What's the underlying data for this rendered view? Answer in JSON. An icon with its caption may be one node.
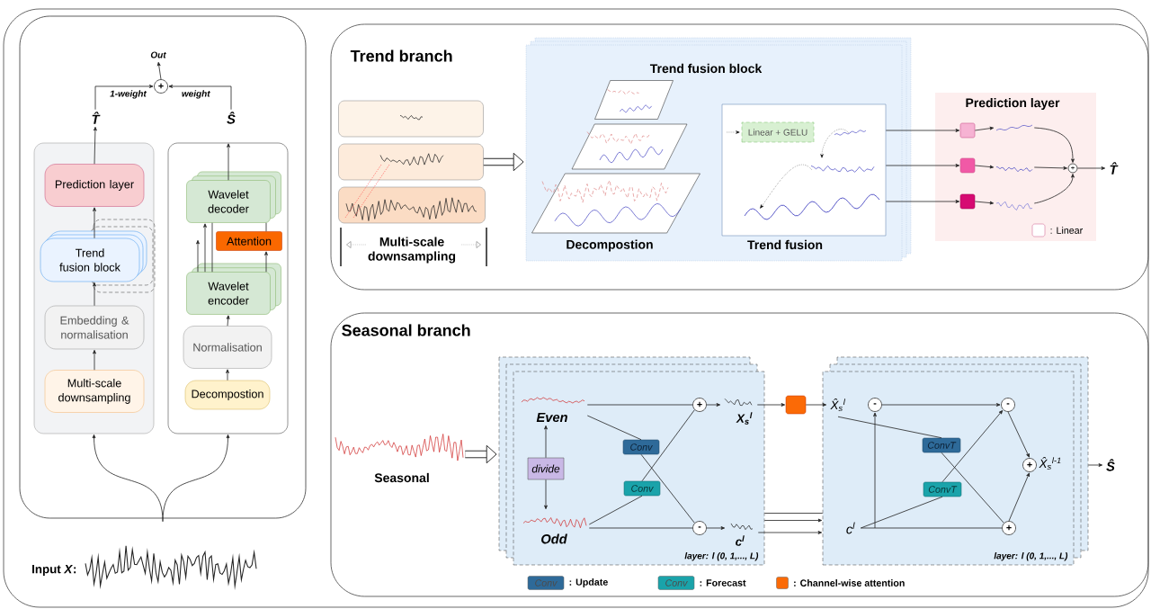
{
  "diagram": {
    "nodes": [
      {
        "text": [
          "Out"
        ]
      },
      {
        "text": [
          "+"
        ]
      },
      {
        "text": [
          "T̂"
        ]
      },
      {
        "text": [
          "Ŝ"
        ]
      },
      {
        "text": [],
        "shape": "box"
      },
      {
        "text": [
          "Prediction layer"
        ],
        "in": 4
      },
      {
        "text": [
          "Trend fusion block"
        ],
        "in": 4
      },
      {
        "text": [
          "Embedding & normalisation"
        ],
        "in": 4
      },
      {
        "text": [
          "Multi-scale downsampling"
        ],
        "in": 4
      },
      {
        "text": [],
        "shape": "box"
      },
      {
        "text": [
          "Wavelet decoder"
        ],
        "in": 9
      },
      {
        "text": [
          "Attention"
        ],
        "in": 9
      },
      {
        "text": [
          "Wavelet encoder"
        ],
        "in": 9
      },
      {
        "text": [
          "Normalisation"
        ],
        "in": 9
      },
      {
        "text": [
          "Decompostion"
        ],
        "in": 9
      },
      {
        "text": [],
        "shape": "picture",
        "beside": [
          "Input *X*:"
        ]
      },
      {
        "text": [
          "Trend branch"
        ]
      },
      {
        "text": [],
        "shape": "box",
        "in": 16
      },
      {
        "text": [],
        "shape": "box",
        "in": 16
      },
      {
        "text": [],
        "shape": "box",
        "in": 16
      },
      {
        "text": [
          "Trend fusion block"
        ],
        "in": 16
      },
      {
        "text": [],
        "shape": "parallelogram",
        "in": 20
      },
      {
        "text": [],
        "shape": "parallelogram",
        "in": 20
      },
      {
        "text": [],
        "shape": "parallelogram",
        "in": 20,
        "beside": [
          "Decompostion"
        ]
      },
      {
        "text": [
          "Trend fusion"
        ],
        "in": 20
      },
      {
        "text": [
          "Linear + GELU"
        ],
        "in": 24
      },
      {
        "text": [
          "Prediction layer"
        ],
        "in": 16
      },
      {
        "text": [],
        "shape": "box",
        "in": 26
      },
      {
        "text": [],
        "shape": "box",
        "in": 26
      },
      {
        "text": [],
        "shape": "box",
        "in": 26
      },
      {
        "text": [],
        "shape": "picture",
        "in": 26
      },
      {
        "text": [],
        "shape": "picture",
        "in": 26
      },
      {
        "text": [],
        "shape": "picture",
        "in": 26
      },
      {
        "text": [
          "+"
        ],
        "in": 26
      },
      {
        "text": [
          "T̂"
        ],
        "in": 16
      },
      {
        "text": [
          "Seasonal branch"
        ]
      },
      {
        "text": [
          "Seasonal"
        ],
        "in": 35
      },
      {
        "text": [
          "layer: l (0, 1,..., L)"
        ],
        "in": 35
      },
      {
        "text": [
          "Even"
        ],
        "in": 37
      },
      {
        "text": [
          "Odd"
        ],
        "in": 37
      },
      {
        "text": [
          "divide"
        ],
        "in": 37
      },
      {
        "text": [
          "Conv"
        ],
        "in": 37
      },
      {
        "text": [
          "Conv"
        ],
        "in": 37
      },
      {
        "text": [
          "+"
        ],
        "in": 37
      },
      {
        "text": [
          "-"
        ],
        "in": 37
      },
      {
        "text": [
          "X$_{s}$$^{l}$"
        ],
        "in": 37
      },
      {
        "text": [
          "c$^{l}$"
        ],
        "in": 37
      },
      {
        "text": [],
        "shape": "box",
        "in": 35
      },
      {
        "text": [
          "layer: l (0, 1,..., L)"
        ],
        "in": 35
      },
      {
        "text": [
          "X̂$_{s}$$^{l}$"
        ],
        "in": 48
      },
      {
        "text": [
          "-"
        ],
        "in": 48
      },
      {
        "text": [
          "-"
        ],
        "in": 48
      },
      {
        "text": [
          "ConvT"
        ],
        "in": 48
      },
      {
        "text": [
          "ConvT"
        ],
        "in": 48
      },
      {
        "text": [
          "c$^{l}$"
        ],
        "in": 48
      },
      {
        "text": [
          "+"
        ],
        "in": 48
      },
      {
        "text": [
          "+"
        ],
        "in": 48,
        "beside": [
          "X̂$_{s}$$^{l-1}$"
        ]
      },
      {
        "text": [
          "Ŝ"
        ],
        "in": 35
      }
    ],
    "edges": [
      {
        "from": 2,
        "to": 1,
        "arrow": "to",
        "label": "1-weight"
      },
      {
        "from": 3,
        "to": 1,
        "arrow": "to",
        "label": "weight"
      },
      {
        "from": 1,
        "to": 0,
        "arrow": "to"
      },
      {
        "from": 5,
        "to": 2,
        "arrow": "to"
      },
      {
        "from": 10,
        "to": 9,
        "arrow": "to"
      },
      {
        "from": 6,
        "to": 5,
        "arrow": "to"
      },
      {
        "from": 7,
        "to": 6,
        "arrow": "to"
      },
      {
        "from": 8,
        "to": 7,
        "arrow": "to"
      },
      {
        "from": 12,
        "to": null,
        "arrow": "to"
      },
      {
        "from": 12,
        "to": 10,
        "arrow": "to"
      },
      {
        "from": 12,
        "to": 10,
        "arrow": "none"
      },
      {
        "from": 12,
        "to": 11,
        "arrow": "to"
      },
      {
        "from": 11,
        "to": 10,
        "arrow": "none"
      },
      {
        "from": 13,
        "to": 12,
        "arrow": "to"
      },
      {
        "from": 14,
        "to": 13,
        "arrow": "to"
      },
      {
        "from": 15,
        "to": 4,
        "arrow": "to"
      },
      {
        "from": 15,
        "to": 9,
        "arrow": "to"
      },
      {
        "from": 18,
        "to": 20,
        "arrow": "to",
        "style": "thick"
      },
      {
        "from": 24,
        "to": 27,
        "arrow": "to"
      },
      {
        "from": 24,
        "to": 28,
        "arrow": "to"
      },
      {
        "from": 24,
        "to": 29,
        "arrow": "to"
      },
      {
        "from": 27,
        "to": 30,
        "arrow": "to"
      },
      {
        "from": 28,
        "to": 31,
        "arrow": "to"
      },
      {
        "from": 29,
        "to": 32,
        "arrow": "to"
      },
      {
        "from": 30,
        "to": 33,
        "arrow": "to"
      },
      {
        "from": 31,
        "to": 33,
        "arrow": "to"
      },
      {
        "from": 32,
        "to": 33,
        "arrow": "to"
      },
      {
        "from": 33,
        "to": 34,
        "arrow": "to"
      },
      {
        "from": 36,
        "to": 37,
        "arrow": "to",
        "style": "thick"
      },
      {
        "from": 40,
        "to": 38,
        "arrow": "to"
      },
      {
        "from": 40,
        "to": 39,
        "arrow": "to"
      },
      {
        "from": 38,
        "to": 43,
        "arrow": "none"
      },
      {
        "from": 38,
        "to": 41,
        "arrow": "none"
      },
      {
        "from": 41,
        "to": 44,
        "arrow": "none"
      },
      {
        "from": 39,
        "to": 42,
        "arrow": "none"
      },
      {
        "from": 42,
        "to": 43,
        "arrow": "none"
      },
      {
        "from": 39,
        "to": 44,
        "arrow": "none"
      },
      {
        "from": 43,
        "to": 45,
        "arrow": "to"
      },
      {
        "from": 44,
        "to": 46,
        "arrow": "to"
      },
      {
        "from": 45,
        "to": 47,
        "arrow": "to"
      },
      {
        "from": 47,
        "to": 49,
        "arrow": "to"
      },
      {
        "from": 37,
        "to": 48,
        "arrow": "none"
      },
      {
        "from": 37,
        "to": 48,
        "arrow": "to"
      },
      {
        "from": 46,
        "to": 48,
        "arrow": "to"
      },
      {
        "from": 49,
        "to": 52,
        "arrow": "none"
      },
      {
        "from": 52,
        "to": 55,
        "arrow": "none"
      },
      {
        "from": 54,
        "to": 50,
        "arrow": "to"
      },
      {
        "from": 54,
        "to": 53,
        "arrow": "none"
      },
      {
        "from": 53,
        "to": 51,
        "arrow": "to"
      },
      {
        "from": 54,
        "to": 55,
        "arrow": "none"
      },
      {
        "from": 50,
        "to": 51,
        "arrow": "to"
      },
      {
        "from": 51,
        "to": 56,
        "arrow": "to"
      },
      {
        "from": 55,
        "to": 56,
        "arrow": "to"
      },
      {
        "from": 48,
        "to": 57,
        "arrow": "to"
      },
      {
        "from": 19,
        "to": 18,
        "arrow": "none",
        "style": "dashed",
        "color": "#ff4040"
      },
      {
        "from": 19,
        "to": 18,
        "arrow": "none",
        "style": "dashed",
        "color": "#ff4040"
      }
    ],
    "labels": [
      "Multi-scale downsampling",
      "Conv",
      "Conv"
    ],
    "legend": [
      {
        "text": ": Linear"
      },
      {
        "text": ": Update",
        "color": "#2e6a99"
      },
      {
        "text": ": Forecast",
        "color": "#1aa3aa"
      },
      {
        "text": ": Channel-wise attention",
        "color": "#fb6a06"
      }
    ]
  }
}
